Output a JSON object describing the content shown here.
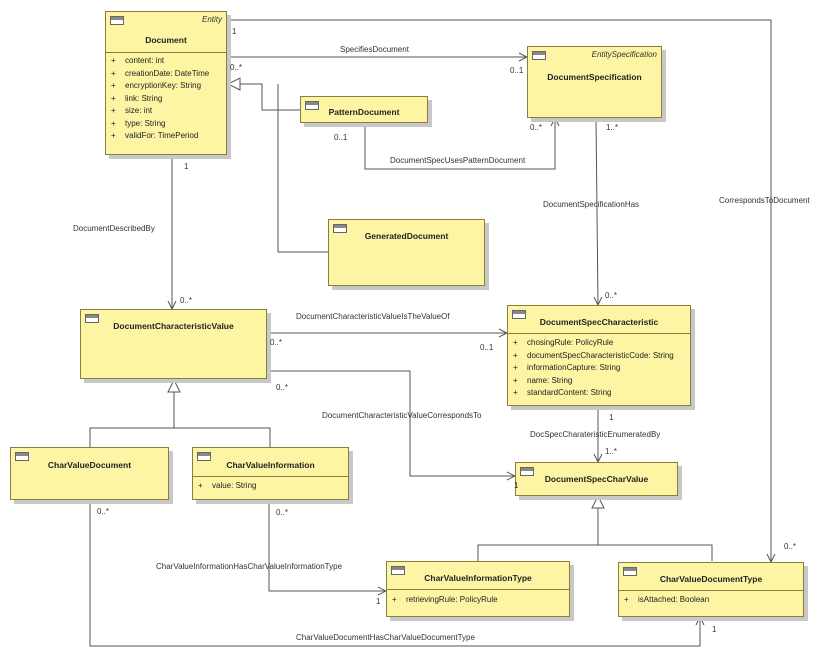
{
  "classes": {
    "document": {
      "stereotype": "Entity",
      "name": "Document",
      "attributes": [
        {
          "vis": "+",
          "text": "content: int"
        },
        {
          "vis": "+",
          "text": "creationDate: DateTime"
        },
        {
          "vis": "+",
          "text": "encryptionKey: String"
        },
        {
          "vis": "+",
          "text": "link: String"
        },
        {
          "vis": "+",
          "text": "size: int"
        },
        {
          "vis": "+",
          "text": "type: String"
        },
        {
          "vis": "+",
          "text": "validFor: TimePeriod"
        }
      ]
    },
    "document_specification": {
      "stereotype": "EntitySpecification",
      "name": "DocumentSpecification"
    },
    "pattern_document": {
      "name": "PatternDocument"
    },
    "generated_document": {
      "name": "GeneratedDocument"
    },
    "document_characteristic_value": {
      "name": "DocumentCharacteristicValue"
    },
    "document_spec_characteristic": {
      "name": "DocumentSpecCharacteristic",
      "attributes": [
        {
          "vis": "+",
          "text": "chosingRule: PolicyRule"
        },
        {
          "vis": "+",
          "text": "documentSpecCharacteristicCode: String"
        },
        {
          "vis": "+",
          "text": "informationCapture: String"
        },
        {
          "vis": "+",
          "text": "name: String"
        },
        {
          "vis": "+",
          "text": "standardContent: String"
        }
      ]
    },
    "char_value_document": {
      "name": "CharValueDocument"
    },
    "char_value_information": {
      "name": "CharValueInformation",
      "attributes": [
        {
          "vis": "+",
          "text": "value: String"
        }
      ]
    },
    "document_spec_char_value": {
      "name": "DocumentSpecCharValue"
    },
    "char_value_information_type": {
      "name": "CharValueInformationType",
      "attributes": [
        {
          "vis": "+",
          "text": "retrievingRule: PolicyRule"
        }
      ]
    },
    "char_value_document_type": {
      "name": "CharValueDocumentType",
      "attributes": [
        {
          "vis": "+",
          "text": "isAttached: Boolean"
        }
      ]
    }
  },
  "associations": {
    "specifies_document": {
      "label": "SpecifiesDocument",
      "mult_a": "0..*",
      "mult_b": "0..1"
    },
    "document_spec_uses_pattern_document": {
      "label": "DocumentSpecUsesPatternDocument",
      "mult_a": "0..1",
      "mult_b": "0..*"
    },
    "document_specification_has": {
      "label": "DocumentSpecificationHas",
      "mult_a": "1..*",
      "mult_b": "0..*"
    },
    "corresponds_to_document": {
      "label": "CorrespondsToDocument",
      "mult_a": "1",
      "mult_b": "0..*"
    },
    "document_described_by": {
      "label": "DocumentDescribedBy",
      "mult_a": "1",
      "mult_b": "0..*"
    },
    "document_characteristic_value_is_the_value_of": {
      "label": "DocumentCharacteristicValueIsTheValueOf",
      "mult_a": "0..*",
      "mult_b": "0..1"
    },
    "document_characteristic_value_corresponds_to": {
      "label": "DocumentCharacteristicValueCorrespondsTo",
      "mult_a": "0..*",
      "mult_b": "1"
    },
    "doc_spec_charateristic_enumerated_by": {
      "label": "DocSpecCharateristicEnumeratedBy",
      "mult_a": "1",
      "mult_b": "1..*"
    },
    "char_value_information_has_char_value_information_type": {
      "label": "CharValueInformationHasCharValueInformationType",
      "mult_a": "0..*",
      "mult_b": "1"
    },
    "char_value_document_has_char_value_document_type": {
      "label": "CharValueDocumentHasCharValueDocumentType",
      "mult_a": "0..*",
      "mult_b": "1"
    }
  }
}
